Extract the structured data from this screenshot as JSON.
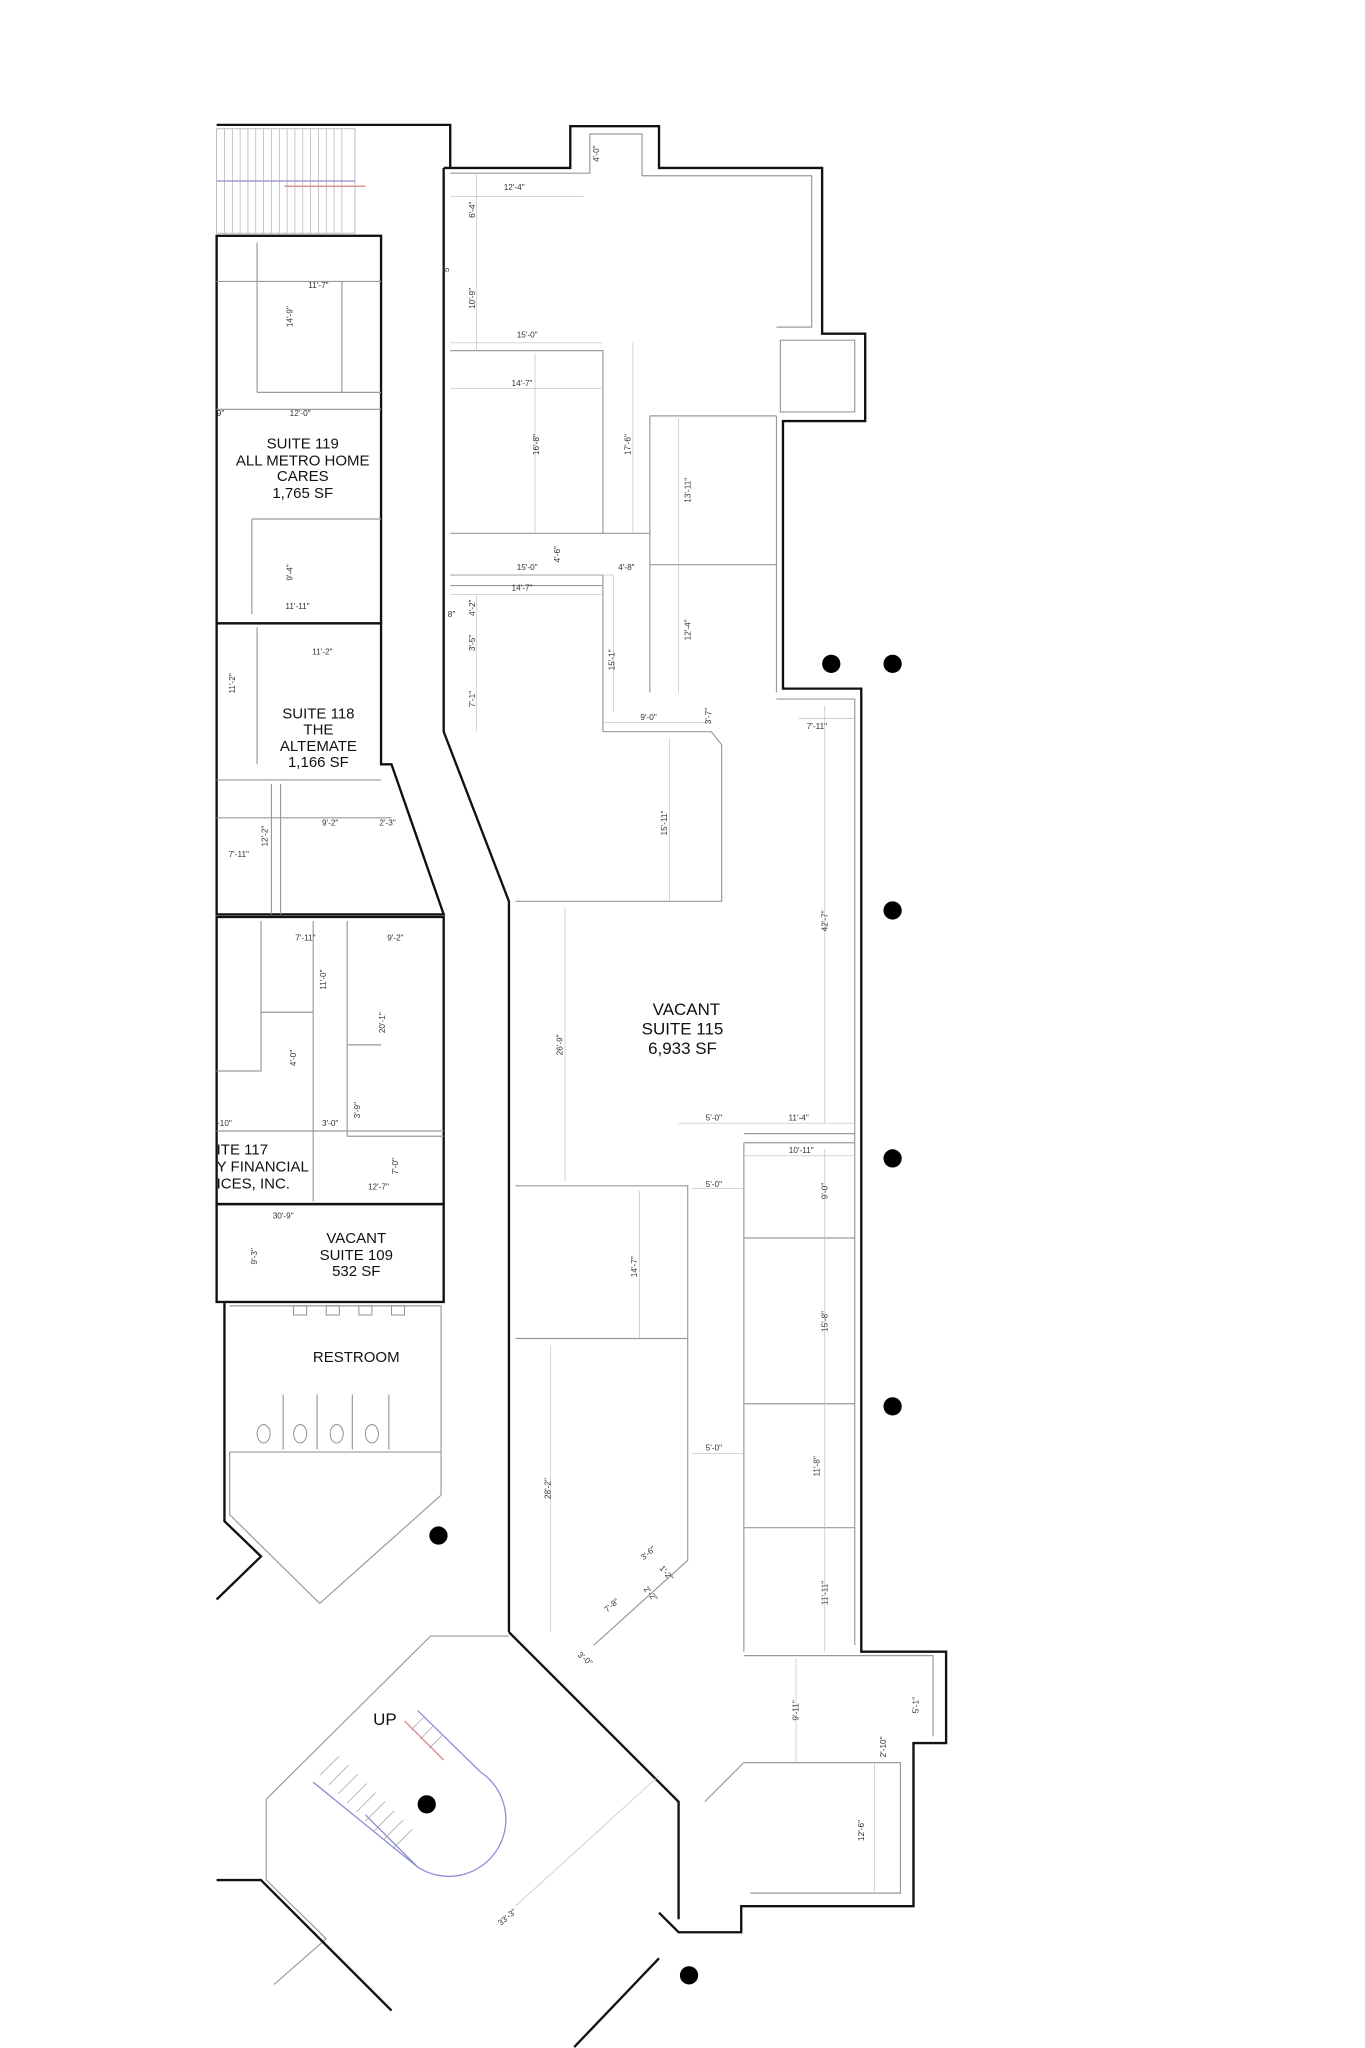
{
  "suites": {
    "s119": {
      "lines": [
        "SUITE 119",
        "ALL METRO HOME",
        "CARES",
        "1,765 SF"
      ]
    },
    "s118": {
      "lines": [
        "SUITE 118",
        "THE",
        "ALTEMATE",
        "1,166 SF"
      ]
    },
    "s117": {
      "lines": [
        "ITE 117",
        "Y FINANCIAL",
        "ICES, INC."
      ]
    },
    "s109": {
      "lines": [
        "VACANT",
        "SUITE 109",
        "532 SF"
      ]
    },
    "s115": {
      "lines": [
        "VACANT",
        "SUITE 115",
        "6,933 SF"
      ]
    },
    "restroom": "RESTROOM",
    "stair_label": "UP"
  },
  "dimensions": [
    "12'-4\"",
    "11'-7\"",
    "12'-0\"",
    "15'-0\"",
    "14'-7\"",
    "15'-0\"",
    "4'-8\"",
    "14'-7\"",
    "11'-11\"",
    "11'-2\"",
    "9'-0\"",
    "7'-11\"",
    "9'-2\"",
    "2'-3\"",
    "7'-11\"",
    "7'-11\"",
    "9'-2\"",
    "3'-0\"",
    "-10\"",
    "12'-7\"",
    "30'-9\"",
    "5'-0\"",
    "11'-4\"",
    "10'-11\"",
    "5'-0\"",
    "5'-0\"",
    "9\"",
    "4'-0\"",
    "6'-4\"",
    "10'-9\"",
    "16'-8\"",
    "17'-6\"",
    "13'-11\"",
    "4'-6\"",
    "4'-2\"",
    "3'-5\"",
    "7'-1\"",
    "15'-1\"",
    "12'-4\"",
    "3'-7\"",
    "15'-11\"",
    "42'-7\"",
    "26'-9\"",
    "14'-9\"",
    "9'-4\"",
    "11'-2\"",
    "12'-2\"",
    "11'-0\"",
    "20'-1\"",
    "4'-0\"",
    "3'-9\"",
    "7'-0\"",
    "9'-3\"",
    "9'-0\"",
    "14'-7\"",
    "15'-8\"",
    "11'-8\"",
    "28'-2\"",
    "11'-11\"",
    "9'-11\"",
    "5'-1\"",
    "2'-10\"",
    "12'-6\"",
    "3'-6\"",
    "7'-8\"",
    "3'-0\"",
    "33'-3\"",
    "2'-2\"",
    "1'-2\"",
    "5\"",
    "8\""
  ],
  "colors": {
    "walls": "#111111",
    "interior": "#9a9a9a",
    "hatch": "#e6e6e6",
    "suite109_tint": "#f7eaea",
    "stair_blue": "#8c8cd6",
    "stair_red": "#d98c8c"
  }
}
